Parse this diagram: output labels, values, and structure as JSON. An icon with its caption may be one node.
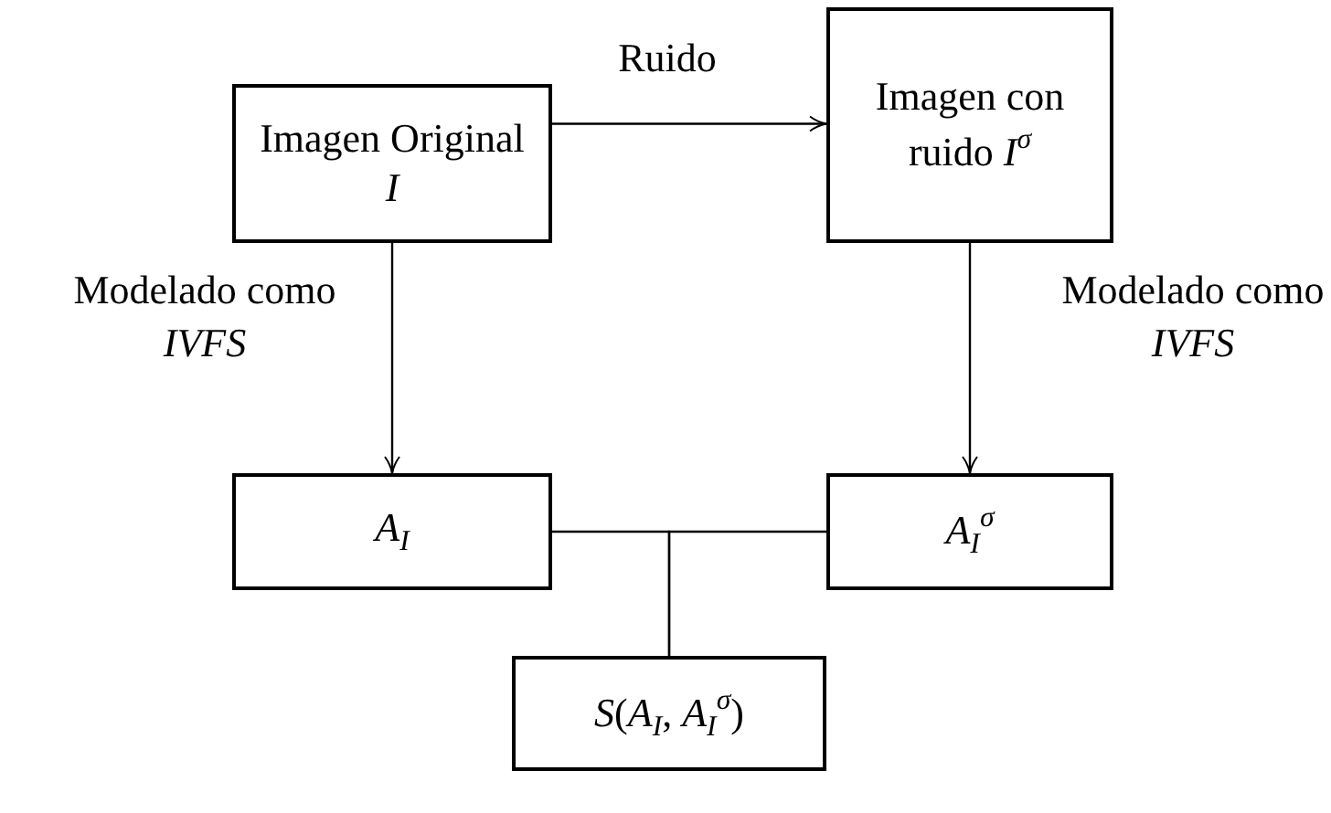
{
  "diagram": {
    "nodes": [
      {
        "text": [
          "Imagen Original *I*"
        ]
      },
      {
        "text": [
          "Imagen con ruido *I*$^{σ}$"
        ]
      },
      {
        "text": [
          "*A*$_{I}$"
        ]
      },
      {
        "text": [
          "*A*$_{I}$$^{σ}$"
        ]
      },
      {
        "text": [
          "*S*(*A*$_{I}$, *A*$_{I}$$^{σ}$)"
        ]
      }
    ],
    "edges": [
      {
        "from": 0,
        "to": 1,
        "arrow": "to",
        "label": "Ruido"
      },
      {
        "from": 0,
        "to": 2,
        "arrow": "to",
        "label": "Modelado como *IVFS*"
      },
      {
        "from": 1,
        "to": 3,
        "arrow": "to",
        "label": "Modelado como *IVFS*"
      },
      {
        "from": 2,
        "to": 4,
        "arrow": "none"
      },
      {
        "from": 3,
        "to": 4,
        "arrow": "none"
      }
    ]
  }
}
